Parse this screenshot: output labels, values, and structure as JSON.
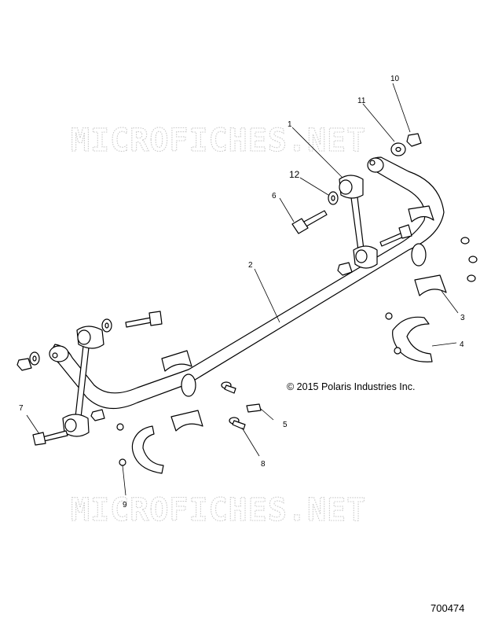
{
  "diagram": {
    "watermark_top": "MICROFICHES.NET",
    "watermark_bottom": "MICROFICHES.NET",
    "copyright": "© 2015 Polaris Industries Inc.",
    "document_number": "700474",
    "callouts": {
      "c1": "1",
      "c2": "2",
      "c3": "3",
      "c4": "4",
      "c5": "5",
      "c6": "6",
      "c7": "7",
      "c8": "8",
      "c9": "9",
      "c10": "10",
      "c11": "11",
      "c12": "12"
    }
  }
}
